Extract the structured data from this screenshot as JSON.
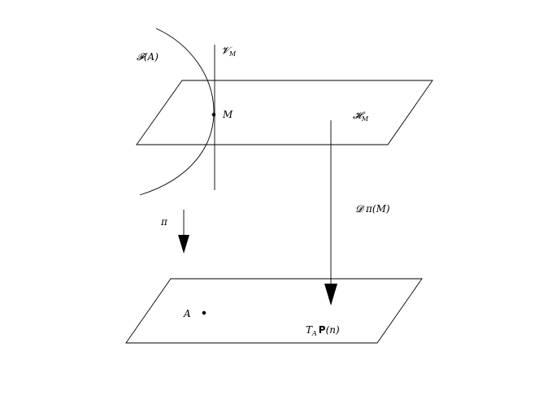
{
  "labels": {
    "fiber": "𝓕(A)",
    "vertical_base": "𝓥",
    "vertical_sub": "M",
    "point_M": "M",
    "horizontal_base": "𝓗",
    "horizontal_sub": "M",
    "pi": "π",
    "derivative": "𝓓 π(M)",
    "point_A": "A",
    "tangent_T": "T",
    "tangent_sub": "A",
    "tangent_P": "P",
    "tangent_n": "(n)"
  }
}
